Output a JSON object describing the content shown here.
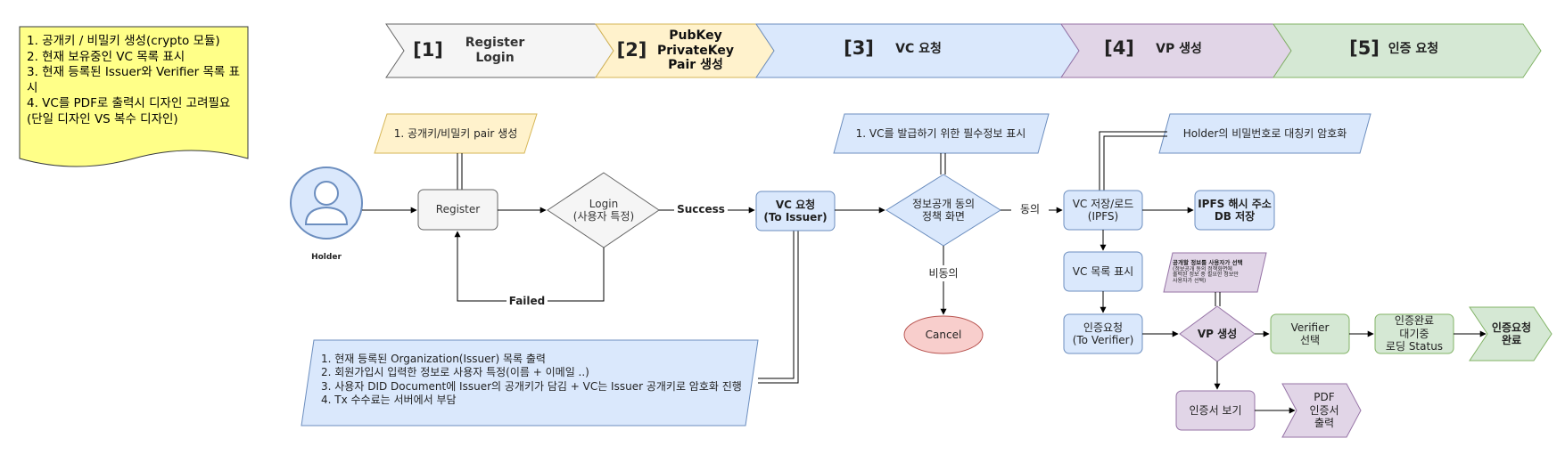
{
  "colors": {
    "yellow_note": "#ffff88",
    "phase1": "#f5f5f5",
    "phase2": "#fff2cc",
    "phase3": "#dae8fc",
    "phase4": "#e1d5e7",
    "phase5": "#d5e8d4",
    "blue_border": "#6c8ebf",
    "red_fill": "#f8cecc",
    "red_border": "#b85450",
    "green_border": "#82b366",
    "purple_border": "#9673a6",
    "gray_border": "#666666",
    "orange_border": "#d6b656"
  },
  "note": {
    "lines": [
      "1. 공개키 / 비밀키 생성(crypto 모듈)",
      "2. 현재 보유중인 VC 목록 표시",
      "3. 현재 등록된 Issuer와 Verifier 목록 표시",
      "4. VC를 PDF로 출력시 디자인 고려필요(단일 디자인 VS 복수 디자인)"
    ]
  },
  "phases": [
    {
      "num": "[1]",
      "label": "Register\nLogin"
    },
    {
      "num": "[2]",
      "label": "PubKey\nPrivateKey\nPair 생성"
    },
    {
      "num": "[3]",
      "label": "VC 요청"
    },
    {
      "num": "[4]",
      "label": "VP 생성"
    },
    {
      "num": "[5]",
      "label": "인증 요청"
    }
  ],
  "flow": {
    "holder": "Holder",
    "register": "Register",
    "login": "Login\n(사용자 특정)",
    "success": "Success",
    "failed": "Failed",
    "vc_request": "VC 요청\n(To Issuer)",
    "consent_screen": "정보공개 동의\n정책 화면",
    "agree": "동의",
    "disagree": "비동의",
    "cancel": "Cancel",
    "vc_store": "VC 저장/로드\n(IPFS)",
    "ipfs_db": "IPFS 해시 주소\nDB 저장",
    "vc_list": "VC 목록 표시",
    "auth_request": "인증요청\n(To Verifier)",
    "vp_create": "VP 생성",
    "verifier_select": "Verifier\n선택",
    "waiting": "인증완료\n대기중\n로딩 Status",
    "auth_complete": "인증요청\n완료",
    "view_cert": "인증서 보기",
    "pdf_out": "PDF\n인증서\n출력"
  },
  "callouts": {
    "keypair": "1. 공개키/비밀키 pair 생성",
    "vc_required": "1. VC를 발급하기 위한 필수정보 표시",
    "symmetric": "Holder의 비밀번호로 대칭키 암호화",
    "vp_title": "공개할 정보를 사용자가 선택",
    "vp_body": "(정보공개 동의 정책화면에\n출력된 정보 중 필요한 정보만\n사용자가 선택)",
    "issuer_lines": [
      "1. 현재 등록된 Organization(Issuer) 목록 출력",
      "2. 회원가입시 입력한 정보로 사용자 특정(이름 + 이메일 ..)",
      "3. 사용자 DID Document에 Issuer의 공개키가 담김 + VC는 Issuer 공개키로 암호화 진행",
      "4. Tx 수수료는 서버에서 부담"
    ]
  }
}
